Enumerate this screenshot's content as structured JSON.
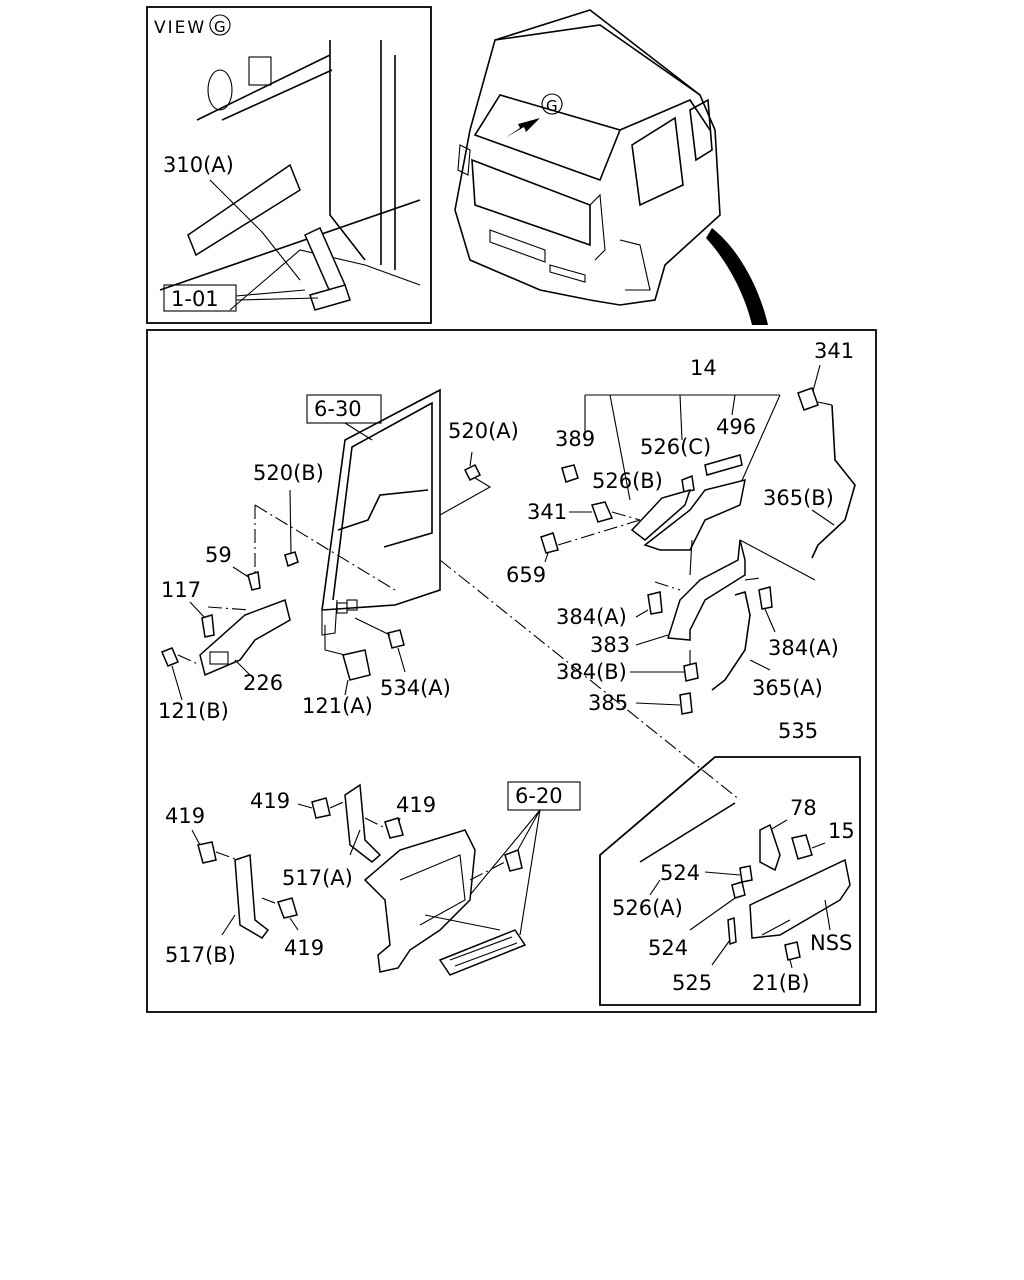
{
  "view_label": {
    "text": "VIEW",
    "marker": "G"
  },
  "cab_marker": "G",
  "boxed_refs": {
    "ref_1_01": "1-01",
    "ref_6_30": "6-30",
    "ref_6_20": "6-20"
  },
  "callouts": {
    "c310a": "310(A)",
    "c14": "14",
    "c341_top": "341",
    "c520a": "520(A)",
    "c520b": "520(B)",
    "c389": "389",
    "c526c": "526(C)",
    "c496": "496",
    "c526b": "526(B)",
    "c365b": "365(B)",
    "c341_mid": "341",
    "c659": "659",
    "c59": "59",
    "c117": "117",
    "c226": "226",
    "c121b": "121(B)",
    "c121a": "121(A)",
    "c534a": "534(A)",
    "c384a_left": "384(A)",
    "c383": "383",
    "c384a_right": "384(A)",
    "c384b": "384(B)",
    "c365a": "365(A)",
    "c385": "385",
    "c535": "535",
    "c419_top": "419",
    "c419_topright": "419",
    "c419_left": "419",
    "c517a": "517(A)",
    "c517b": "517(B)",
    "c419_bottom": "419",
    "c78": "78",
    "c15": "15",
    "c524_top": "524",
    "c526a": "526(A)",
    "c524_bottom": "524",
    "c525": "525",
    "c21b": "21(B)",
    "cNSS": "NSS"
  }
}
